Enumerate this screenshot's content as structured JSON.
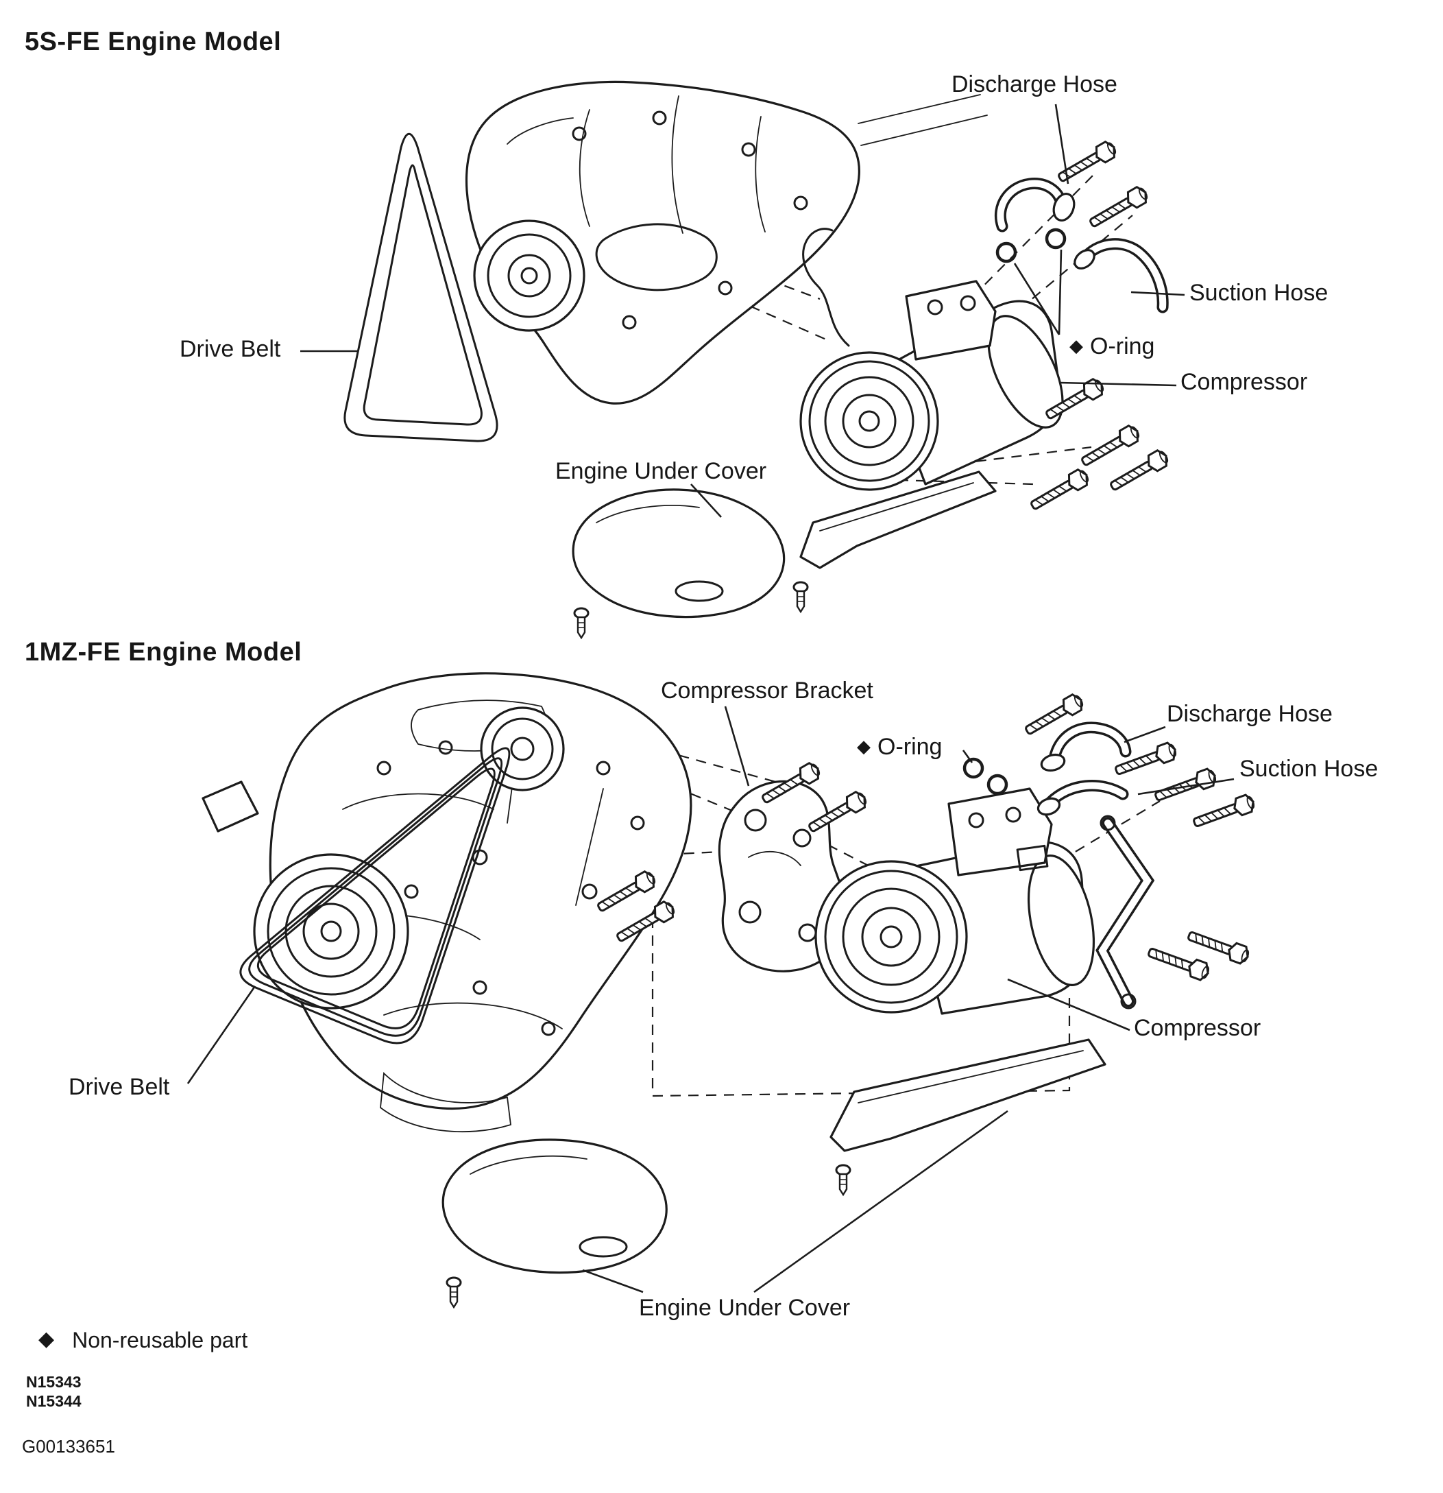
{
  "page": {
    "background": "#ffffff",
    "ink": "#1c1c1c"
  },
  "sections": {
    "s5sfe": {
      "title": "5S-FE Engine Model",
      "labels": {
        "discharge_hose": "Discharge Hose",
        "suction_hose": "Suction Hose",
        "drive_belt": "Drive Belt",
        "o_ring": "O-ring",
        "compressor": "Compressor",
        "engine_under_cover": "Engine Under Cover"
      }
    },
    "s1mzfe": {
      "title": "1MZ-FE Engine Model",
      "labels": {
        "compressor_bracket": "Compressor Bracket",
        "discharge_hose": "Discharge Hose",
        "o_ring": "O-ring",
        "suction_hose": "Suction Hose",
        "compressor": "Compressor",
        "drive_belt": "Drive Belt",
        "engine_under_cover": "Engine Under Cover"
      }
    }
  },
  "legend": {
    "marker": "◆",
    "non_reusable_part": "Non-reusable part"
  },
  "figure_refs": {
    "top": "N15343",
    "bottom": "N15344"
  },
  "graphic_id": "G00133651"
}
